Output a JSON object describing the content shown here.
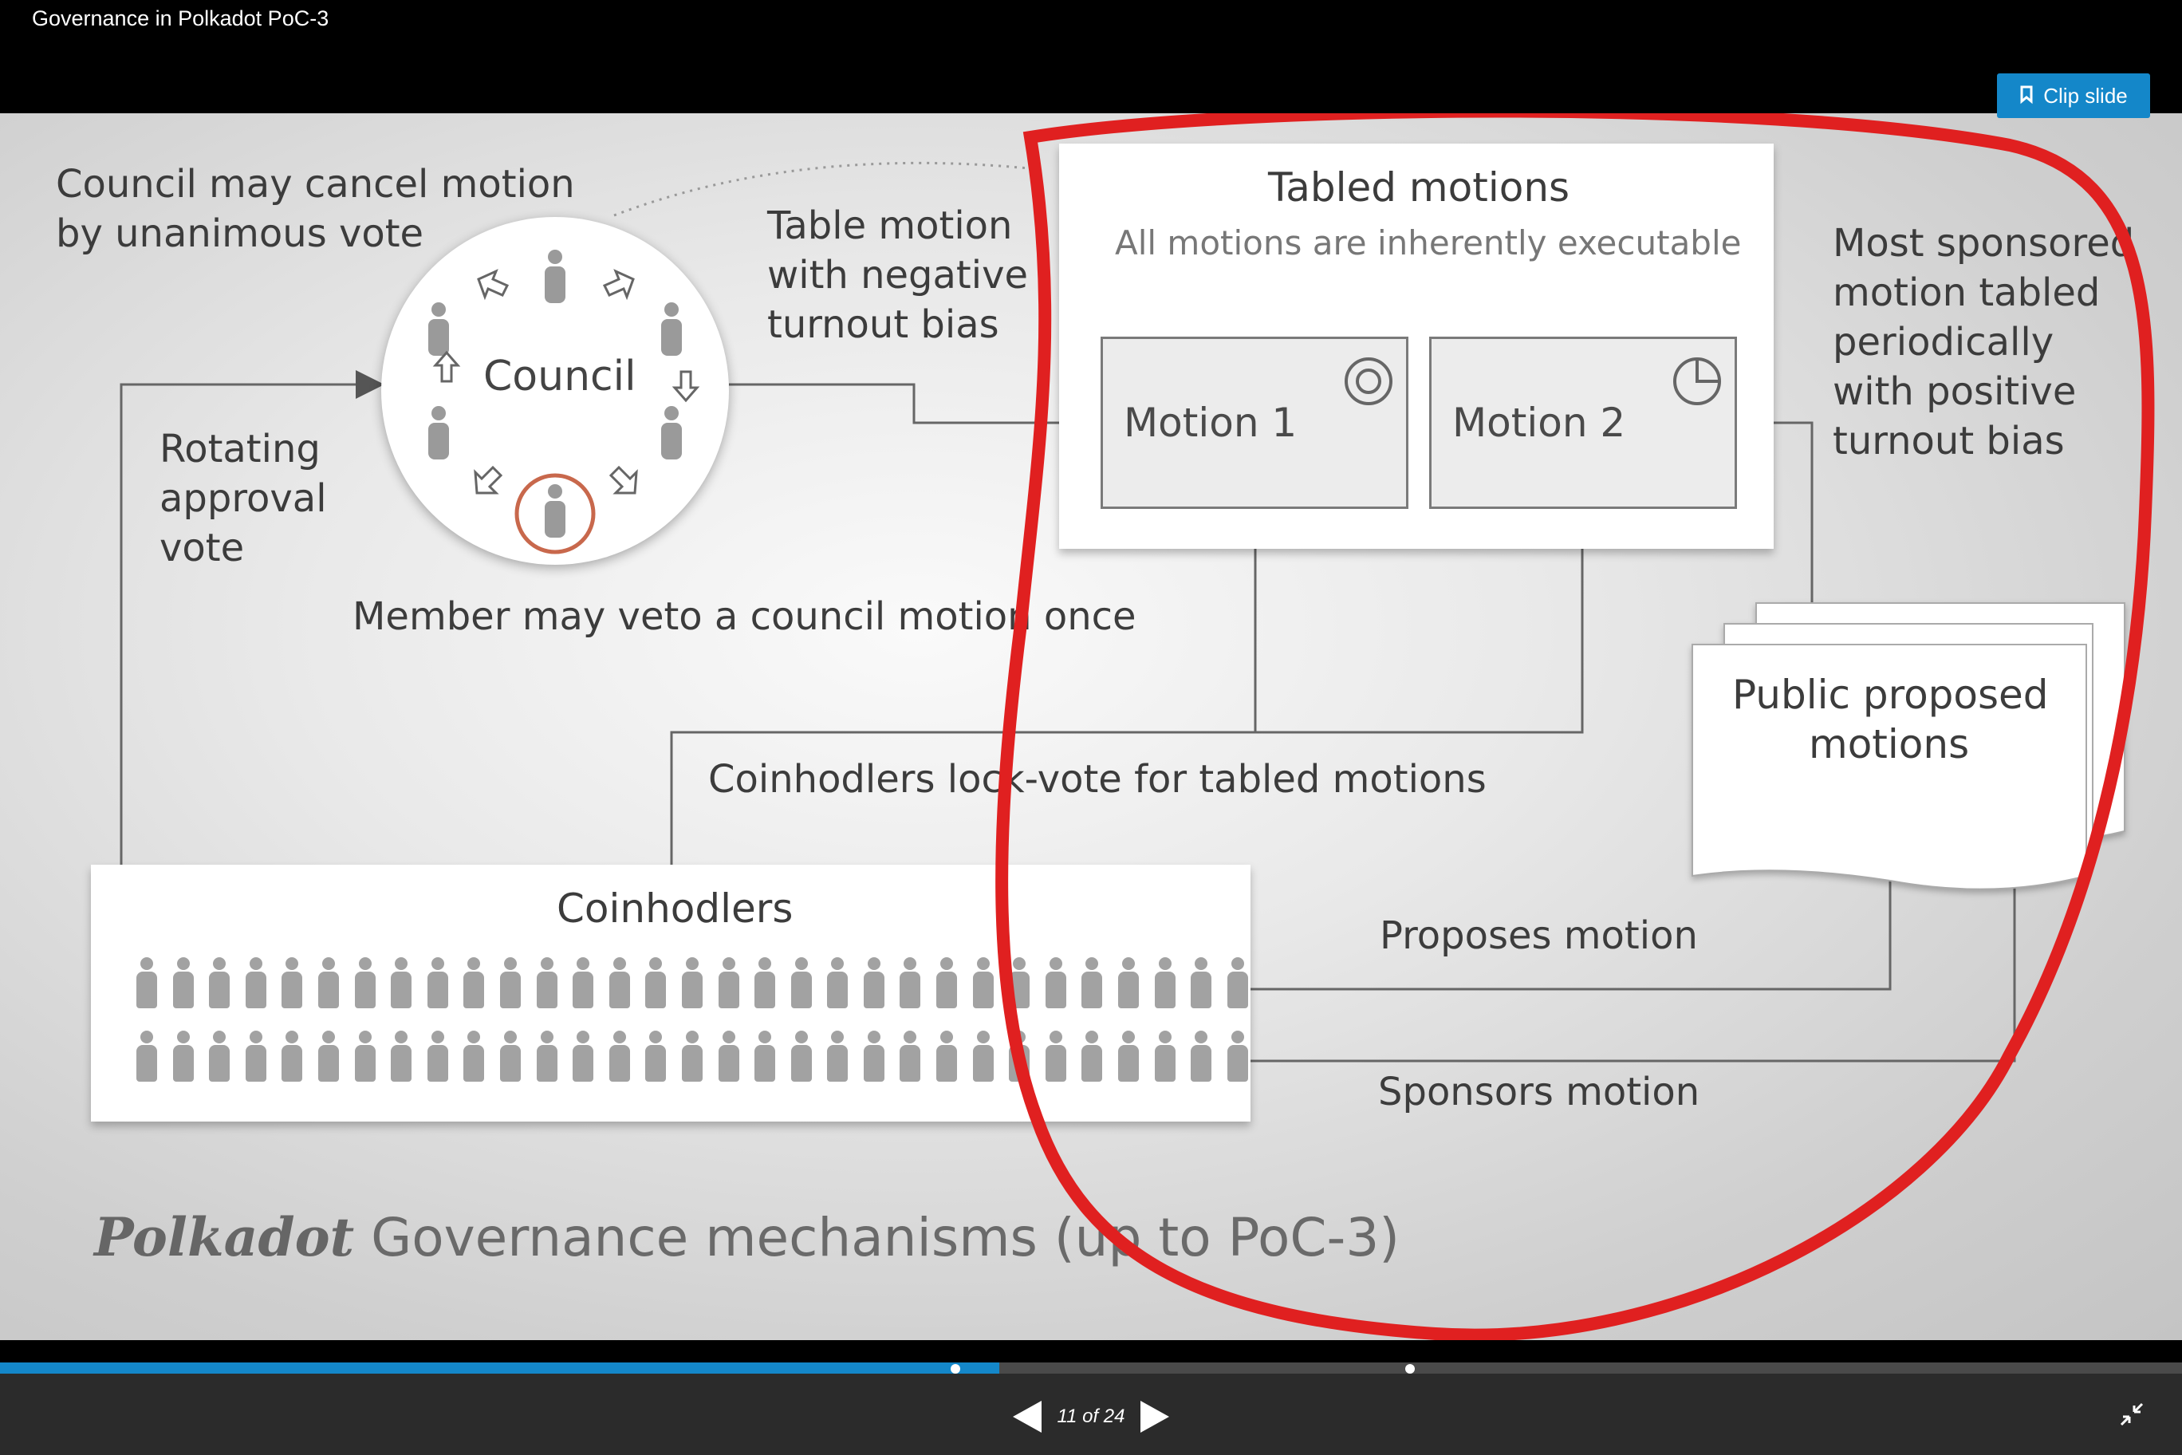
{
  "header": {
    "title": "Governance in Polkadot PoC-3",
    "clip_button_label": "Clip slide",
    "clip_icon": "clip-icon"
  },
  "slide": {
    "council_cancel": [
      "Council may cancel motion",
      "by unanimous vote"
    ],
    "council": "Council",
    "rotating_vote": [
      "Rotating",
      "approval",
      "vote"
    ],
    "member_veto": "Member may veto a council motion once",
    "table_motion": [
      "Table motion",
      "with negative",
      "turnout bias"
    ],
    "tabled_title": "Tabled motions",
    "tabled_subtitle": "All motions are inherently executable",
    "motion1": "Motion 1",
    "motion2": "Motion 2",
    "most_sponsored": [
      "Most sponsored",
      "motion tabled",
      "periodically",
      "with positive",
      "turnout bias"
    ],
    "public_proposed": [
      "Public proposed",
      "motions"
    ],
    "lock_vote": "Coinhodlers lock-vote for tabled motions",
    "coinhodlers": "Coinhodlers",
    "proposes": "Proposes motion",
    "sponsors": "Sponsors motion",
    "footer_brand": "Polkadot",
    "footer_text": " Governance mechanisms (up to PoC-3)"
  },
  "player": {
    "page_indicator": "11 of 24",
    "progress_fraction": 0.458,
    "accent_color": "#1487c9",
    "annotation_color": "#e02020"
  }
}
